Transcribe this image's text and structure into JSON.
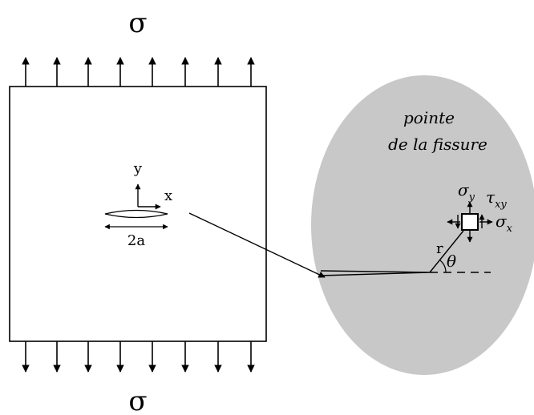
{
  "plate": {
    "stress_top": "σ",
    "stress_bottom": "σ",
    "axis_y": "y",
    "axis_x": "x",
    "crack_length": "2a"
  },
  "zone": {
    "title_line1": "pointe",
    "title_line2": "de la fissure",
    "sigma_y": "σ",
    "sigma_y_sub": "y",
    "tau_xy": "τ",
    "tau_xy_sub": "xy",
    "sigma_x": "σ",
    "sigma_x_sub": "x",
    "radius": "r",
    "angle": "θ"
  },
  "colors": {
    "zone_fill": "#c8c8c8",
    "ink": "#000000",
    "background": "#ffffff"
  }
}
